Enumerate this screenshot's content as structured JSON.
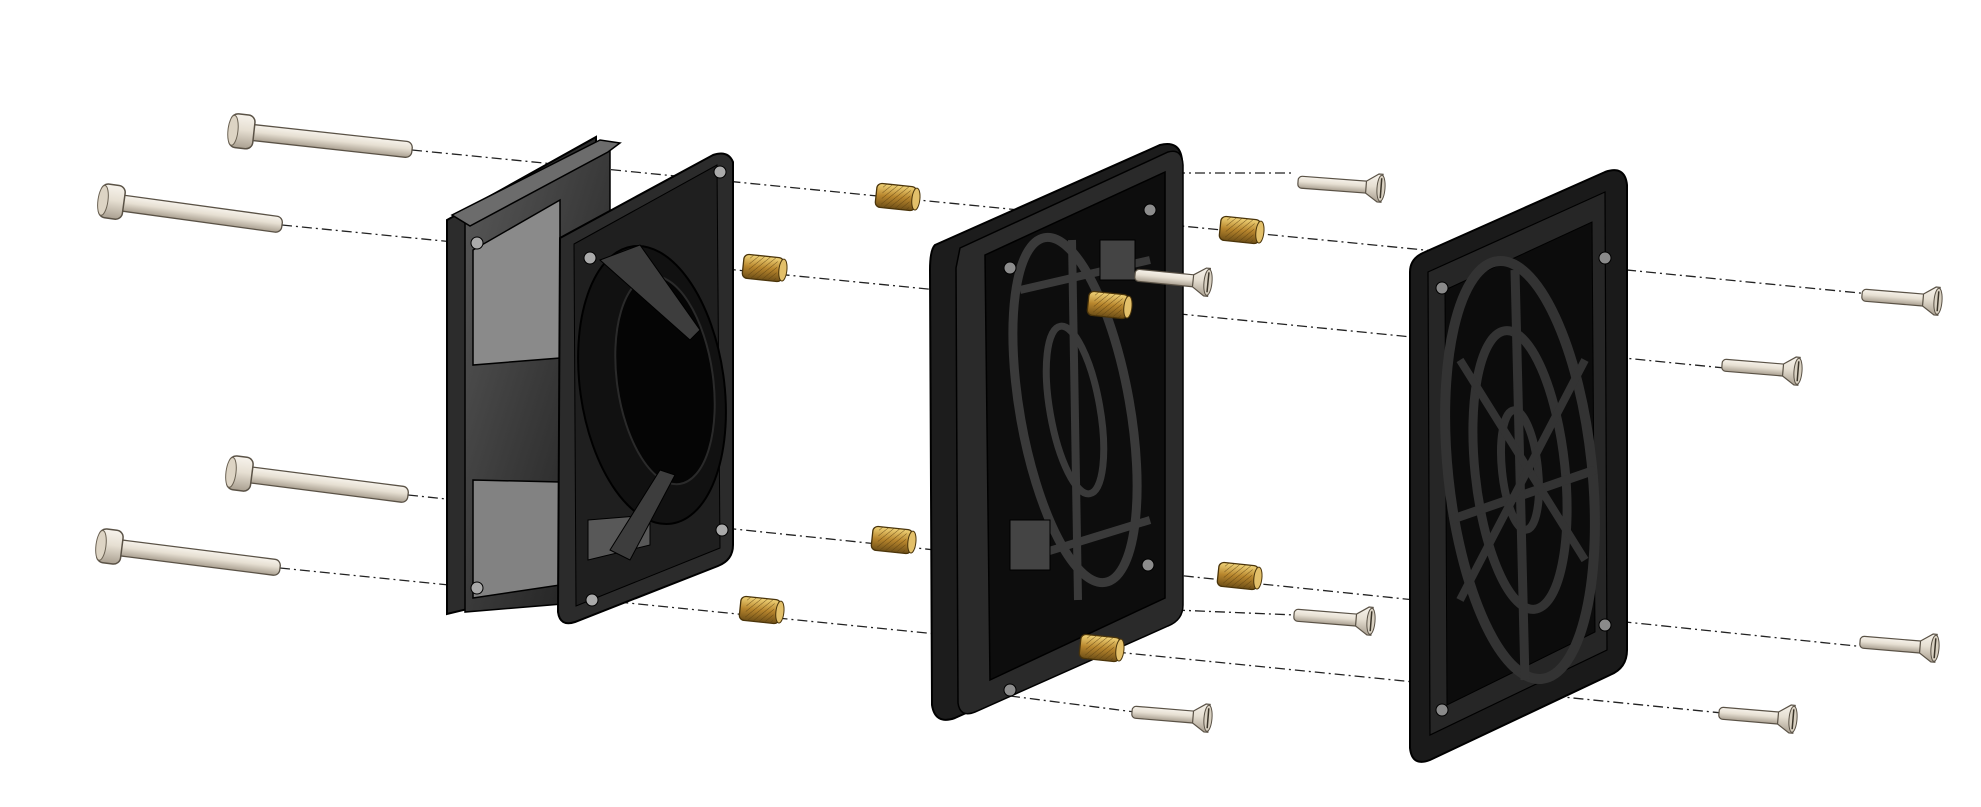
{
  "scene": {
    "subject": "exploded-assembly",
    "parts": [
      {
        "name": "long-cap-screw",
        "count": 4
      },
      {
        "name": "fan",
        "count": 1
      },
      {
        "name": "threaded-insert",
        "count": 8
      },
      {
        "name": "fan-adapter-frame",
        "count": 1
      },
      {
        "name": "countersunk-screw",
        "count": 8
      },
      {
        "name": "fan-grille",
        "count": 1
      }
    ]
  },
  "colors": {
    "background": "#ffffff",
    "plastic_dark": "#1e1e1e",
    "plastic_mid": "#3a3a3a",
    "plastic_light": "#6a6a6a",
    "screw_metal": "#e9e3d8",
    "brass": "#c9a24a",
    "centerline": "#222222"
  }
}
